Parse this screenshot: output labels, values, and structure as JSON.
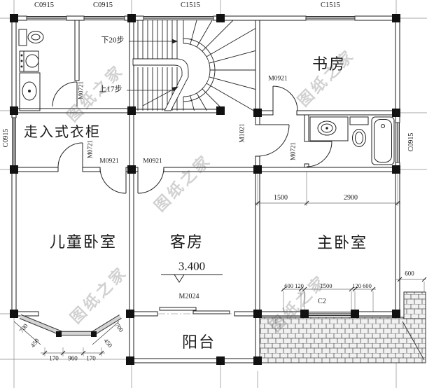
{
  "plan": {
    "rooms": {
      "closet": "走入式衣柜",
      "study": "书房",
      "kids_bedroom": "儿童卧室",
      "guest_room": "客房",
      "master_bedroom": "主卧室",
      "balcony": "阳台"
    },
    "stairs": {
      "down_note": "下20步",
      "up_note": "上17步"
    },
    "windows": {
      "top_left_1": "C0915",
      "top_left_2": "C0915",
      "top_mid": "C1515",
      "top_right": "C1515",
      "left_wall": "C0915",
      "right_wall": "C0915",
      "master_bottom": "C2"
    },
    "doors": {
      "bath_top": "M0721",
      "closet_door": "M0721",
      "kids_door": "M0921",
      "guest_door": "M0921",
      "study_door": "M0921",
      "hall_door": "M1021",
      "bath_mid": "M0721",
      "balcony_slider": "M2024"
    },
    "elevation": "3.400",
    "dims": {
      "split_1500": "1500",
      "split_2900": "2900",
      "c2_left": "600 120",
      "c2_center": "1500",
      "c2_right": "120 600",
      "right_600": "600",
      "bay_700_left": "700",
      "bay_450_left": "450",
      "bay_450_right": "450",
      "bay_700_right": "700",
      "bay_170_left": "170",
      "bay_960": "960",
      "bay_170_right": "170"
    },
    "watermark": "图纸之家"
  }
}
